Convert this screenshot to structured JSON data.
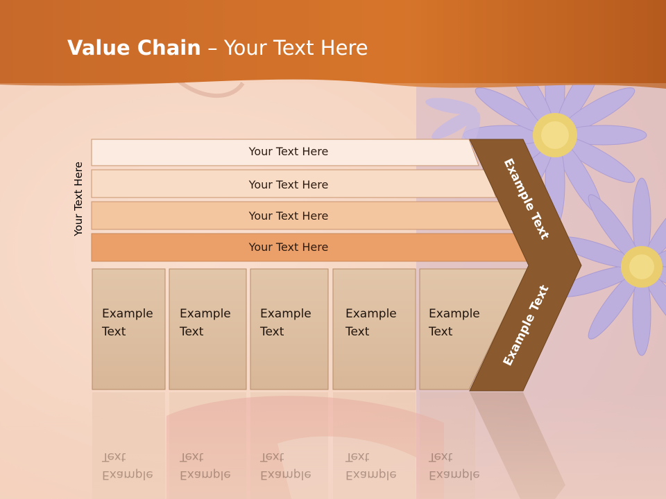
{
  "slide": {
    "title_bold": "Value Chain",
    "title_sep": " – ",
    "title_rest": "Your Text Here",
    "side_label": "Your Text Here"
  },
  "rows": [
    {
      "label": "Your Text Here",
      "color": "#fcebe0"
    },
    {
      "label": "Your Text Here",
      "color": "#f8dcc6"
    },
    {
      "label": "Your Text Here",
      "color": "#f3c6a0"
    },
    {
      "label": "Your Text Here",
      "color": "#eba06a"
    }
  ],
  "cells": [
    {
      "line1": "Example",
      "line2": "Text"
    },
    {
      "line1": "Example",
      "line2": "Text"
    },
    {
      "line1": "Example",
      "line2": "Text"
    },
    {
      "line1": "Example",
      "line2": "Text"
    },
    {
      "line1": "Example",
      "line2": "Text"
    }
  ],
  "chevron": {
    "upper_label": "Example Text",
    "lower_label": "Example Text",
    "color": "#8a5a2e"
  },
  "colors": {
    "header": "#d9742a",
    "cell_fill": "#dfc1a4",
    "flower": "#a9a2e6"
  }
}
